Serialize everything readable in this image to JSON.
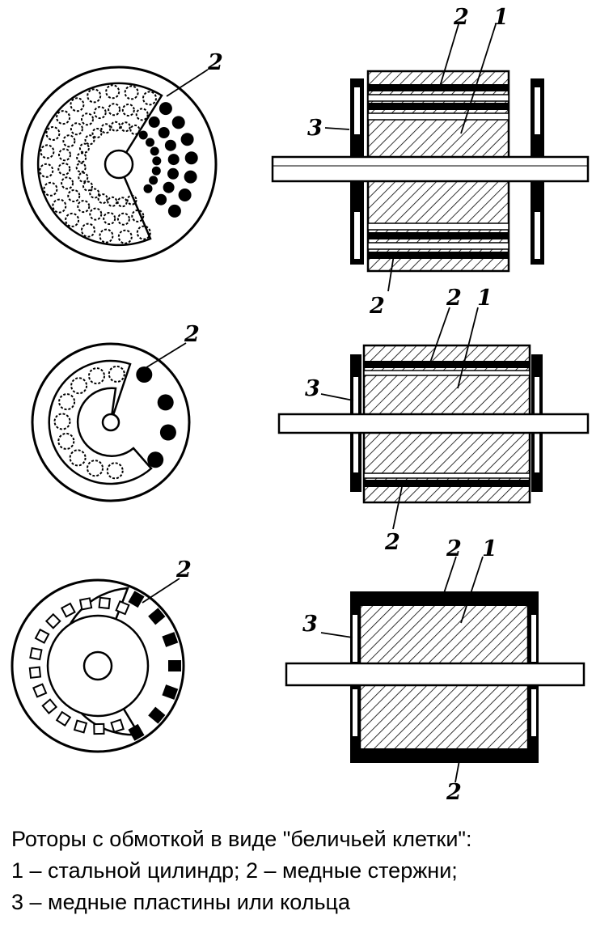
{
  "diagram": {
    "rows": [
      {
        "callouts": {
          "cross_section": "2",
          "top_bar": "2",
          "cylinder": "1",
          "ring": "3",
          "bottom_bar": "2"
        }
      },
      {
        "callouts": {
          "cross_section": "2",
          "top_bar": "2",
          "cylinder": "1",
          "ring": "3",
          "bottom_bar": "2"
        }
      },
      {
        "callouts": {
          "cross_section": "2",
          "top_bar": "2",
          "cylinder": "1",
          "ring": "3",
          "bottom_bar": "2"
        }
      }
    ]
  },
  "caption": {
    "line1": "Роторы  с  обмоткой  в  виде \"беличьей клетки\":",
    "line2": "1 – стальной цилиндр; 2 – медные стержни;",
    "line3": "3 – медные пластины или кольца"
  }
}
